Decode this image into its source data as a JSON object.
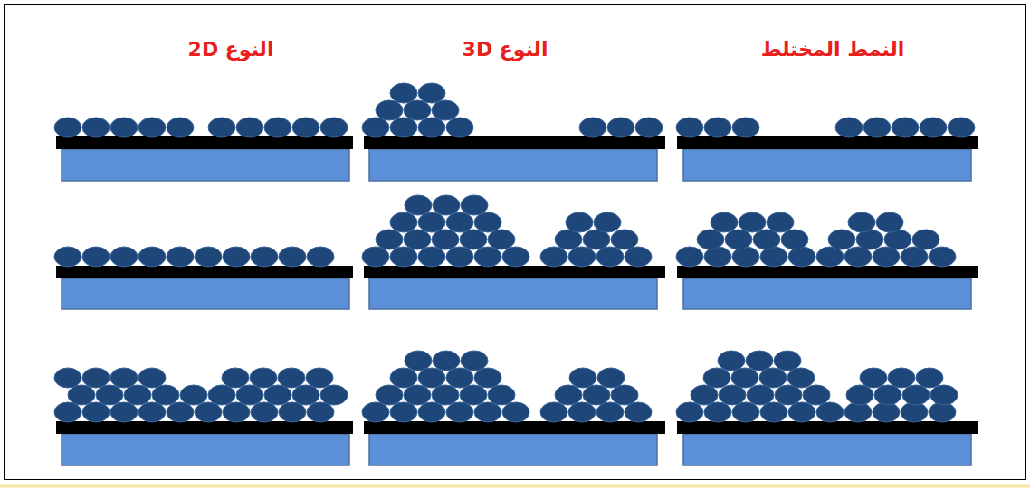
{
  "diagram": {
    "labels": [
      "النمط المختلط",
      "النوع 3D",
      "النوع 2D"
    ]
  }
}
